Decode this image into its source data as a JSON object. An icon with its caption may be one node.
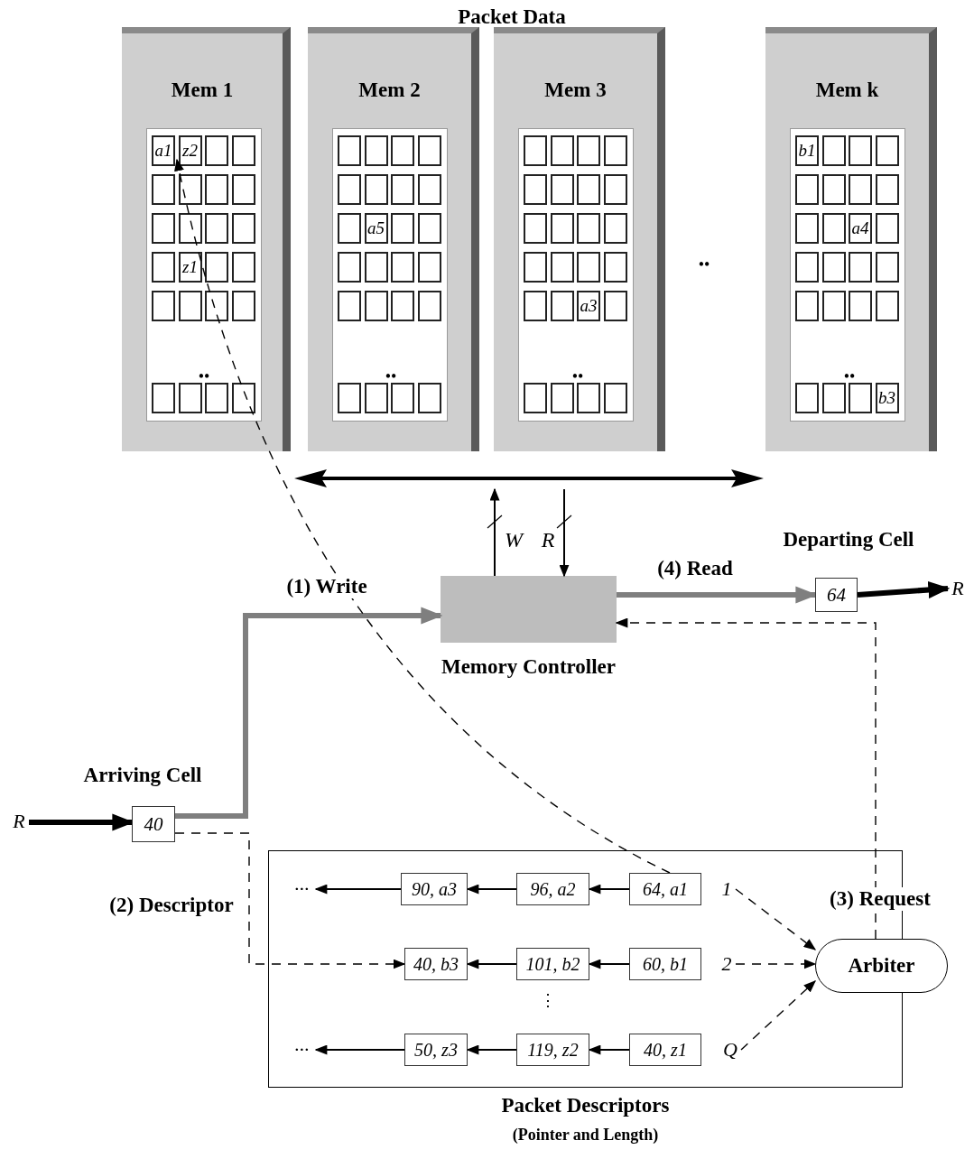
{
  "diagram": {
    "title": "Packet Data",
    "nodes": [
      {
        "text": [
          "Mem 1"
        ]
      },
      {
        "text": [
          "a1"
        ],
        "in": 0
      },
      {
        "text": [
          "z2"
        ],
        "in": 0
      },
      {
        "text": [
          "z1"
        ],
        "in": 0
      },
      {
        "text": [
          "Mem 2"
        ]
      },
      {
        "text": [
          "a5"
        ],
        "in": 4
      },
      {
        "text": [
          "Mem 3"
        ]
      },
      {
        "text": [
          "a3"
        ],
        "in": 6
      },
      {
        "text": [
          "Mem k"
        ]
      },
      {
        "text": [
          "b1"
        ],
        "in": 8
      },
      {
        "text": [
          "a4"
        ],
        "in": 8
      },
      {
        "text": [
          "b3"
        ],
        "in": 8
      },
      {
        "text": [],
        "shape": "bar"
      },
      {
        "text": [
          "Memory Controller"
        ]
      },
      {
        "text": [
          "Departing Cell",
          "64"
        ]
      },
      {
        "text": [
          "R"
        ]
      },
      {
        "text": [
          "Arriving Cell",
          "40"
        ]
      },
      {
        "text": [
          "R"
        ]
      },
      {
        "text": [
          "Packet Descriptors",
          "(Pointer and Length)"
        ]
      },
      {
        "text": [
          "···"
        ],
        "in": 18
      },
      {
        "text": [
          "90, a3"
        ],
        "in": 18
      },
      {
        "text": [
          "96, a2"
        ],
        "in": 18
      },
      {
        "text": [
          "64, a1"
        ],
        "in": 18
      },
      {
        "text": [
          "1"
        ],
        "in": 18
      },
      {
        "text": [
          "40, b3"
        ],
        "in": 18
      },
      {
        "text": [
          "101, b2"
        ],
        "in": 18
      },
      {
        "text": [
          "60, b1"
        ],
        "in": 18
      },
      {
        "text": [
          "2"
        ],
        "in": 18
      },
      {
        "text": [
          "···"
        ],
        "in": 18
      },
      {
        "text": [
          "50, z3"
        ],
        "in": 18
      },
      {
        "text": [
          "119, z2"
        ],
        "in": 18
      },
      {
        "text": [
          "40, z1"
        ],
        "in": 18
      },
      {
        "text": [
          "Q"
        ],
        "in": 18
      },
      {
        "text": [
          "Arbiter"
        ]
      }
    ],
    "edges": [
      {
        "from": 13,
        "to": 12,
        "arrow": "to",
        "label": "W"
      },
      {
        "from": 12,
        "to": 13,
        "arrow": "to",
        "label": "R"
      },
      {
        "from": 13,
        "to": 14,
        "arrow": "to",
        "label": "(4) Read",
        "style": "thick",
        "color": "#7f7f7f"
      },
      {
        "from": 14,
        "to": 15,
        "arrow": "to",
        "style": "thick"
      },
      {
        "from": 17,
        "to": 16,
        "arrow": "to",
        "style": "thick"
      },
      {
        "from": 16,
        "to": 13,
        "arrow": "to",
        "label": "(1) Write",
        "style": "thick",
        "color": "#7f7f7f"
      },
      {
        "from": 16,
        "to": 24,
        "arrow": "to",
        "label": "(2) Descriptor",
        "style": "dashed"
      },
      {
        "from": 33,
        "to": 13,
        "arrow": "to",
        "label": "(3) Request",
        "style": "dashed"
      },
      {
        "from": 22,
        "to": 1,
        "arrow": "to",
        "style": "dashed"
      },
      {
        "from": 20,
        "to": 19,
        "arrow": "to"
      },
      {
        "from": 21,
        "to": 20,
        "arrow": "to"
      },
      {
        "from": 22,
        "to": 21,
        "arrow": "to"
      },
      {
        "from": 25,
        "to": 24,
        "arrow": "to"
      },
      {
        "from": 26,
        "to": 25,
        "arrow": "to"
      },
      {
        "from": 29,
        "to": 28,
        "arrow": "to"
      },
      {
        "from": 30,
        "to": 29,
        "arrow": "to"
      },
      {
        "from": 31,
        "to": 30,
        "arrow": "to"
      },
      {
        "from": 23,
        "to": 33,
        "arrow": "to",
        "style": "dashed"
      },
      {
        "from": 27,
        "to": 33,
        "arrow": "to",
        "style": "dashed"
      },
      {
        "from": 32,
        "to": 33,
        "arrow": "to",
        "style": "dashed"
      }
    ],
    "labels": [
      "••",
      "••",
      "••",
      "••",
      "••",
      "⋮"
    ]
  }
}
